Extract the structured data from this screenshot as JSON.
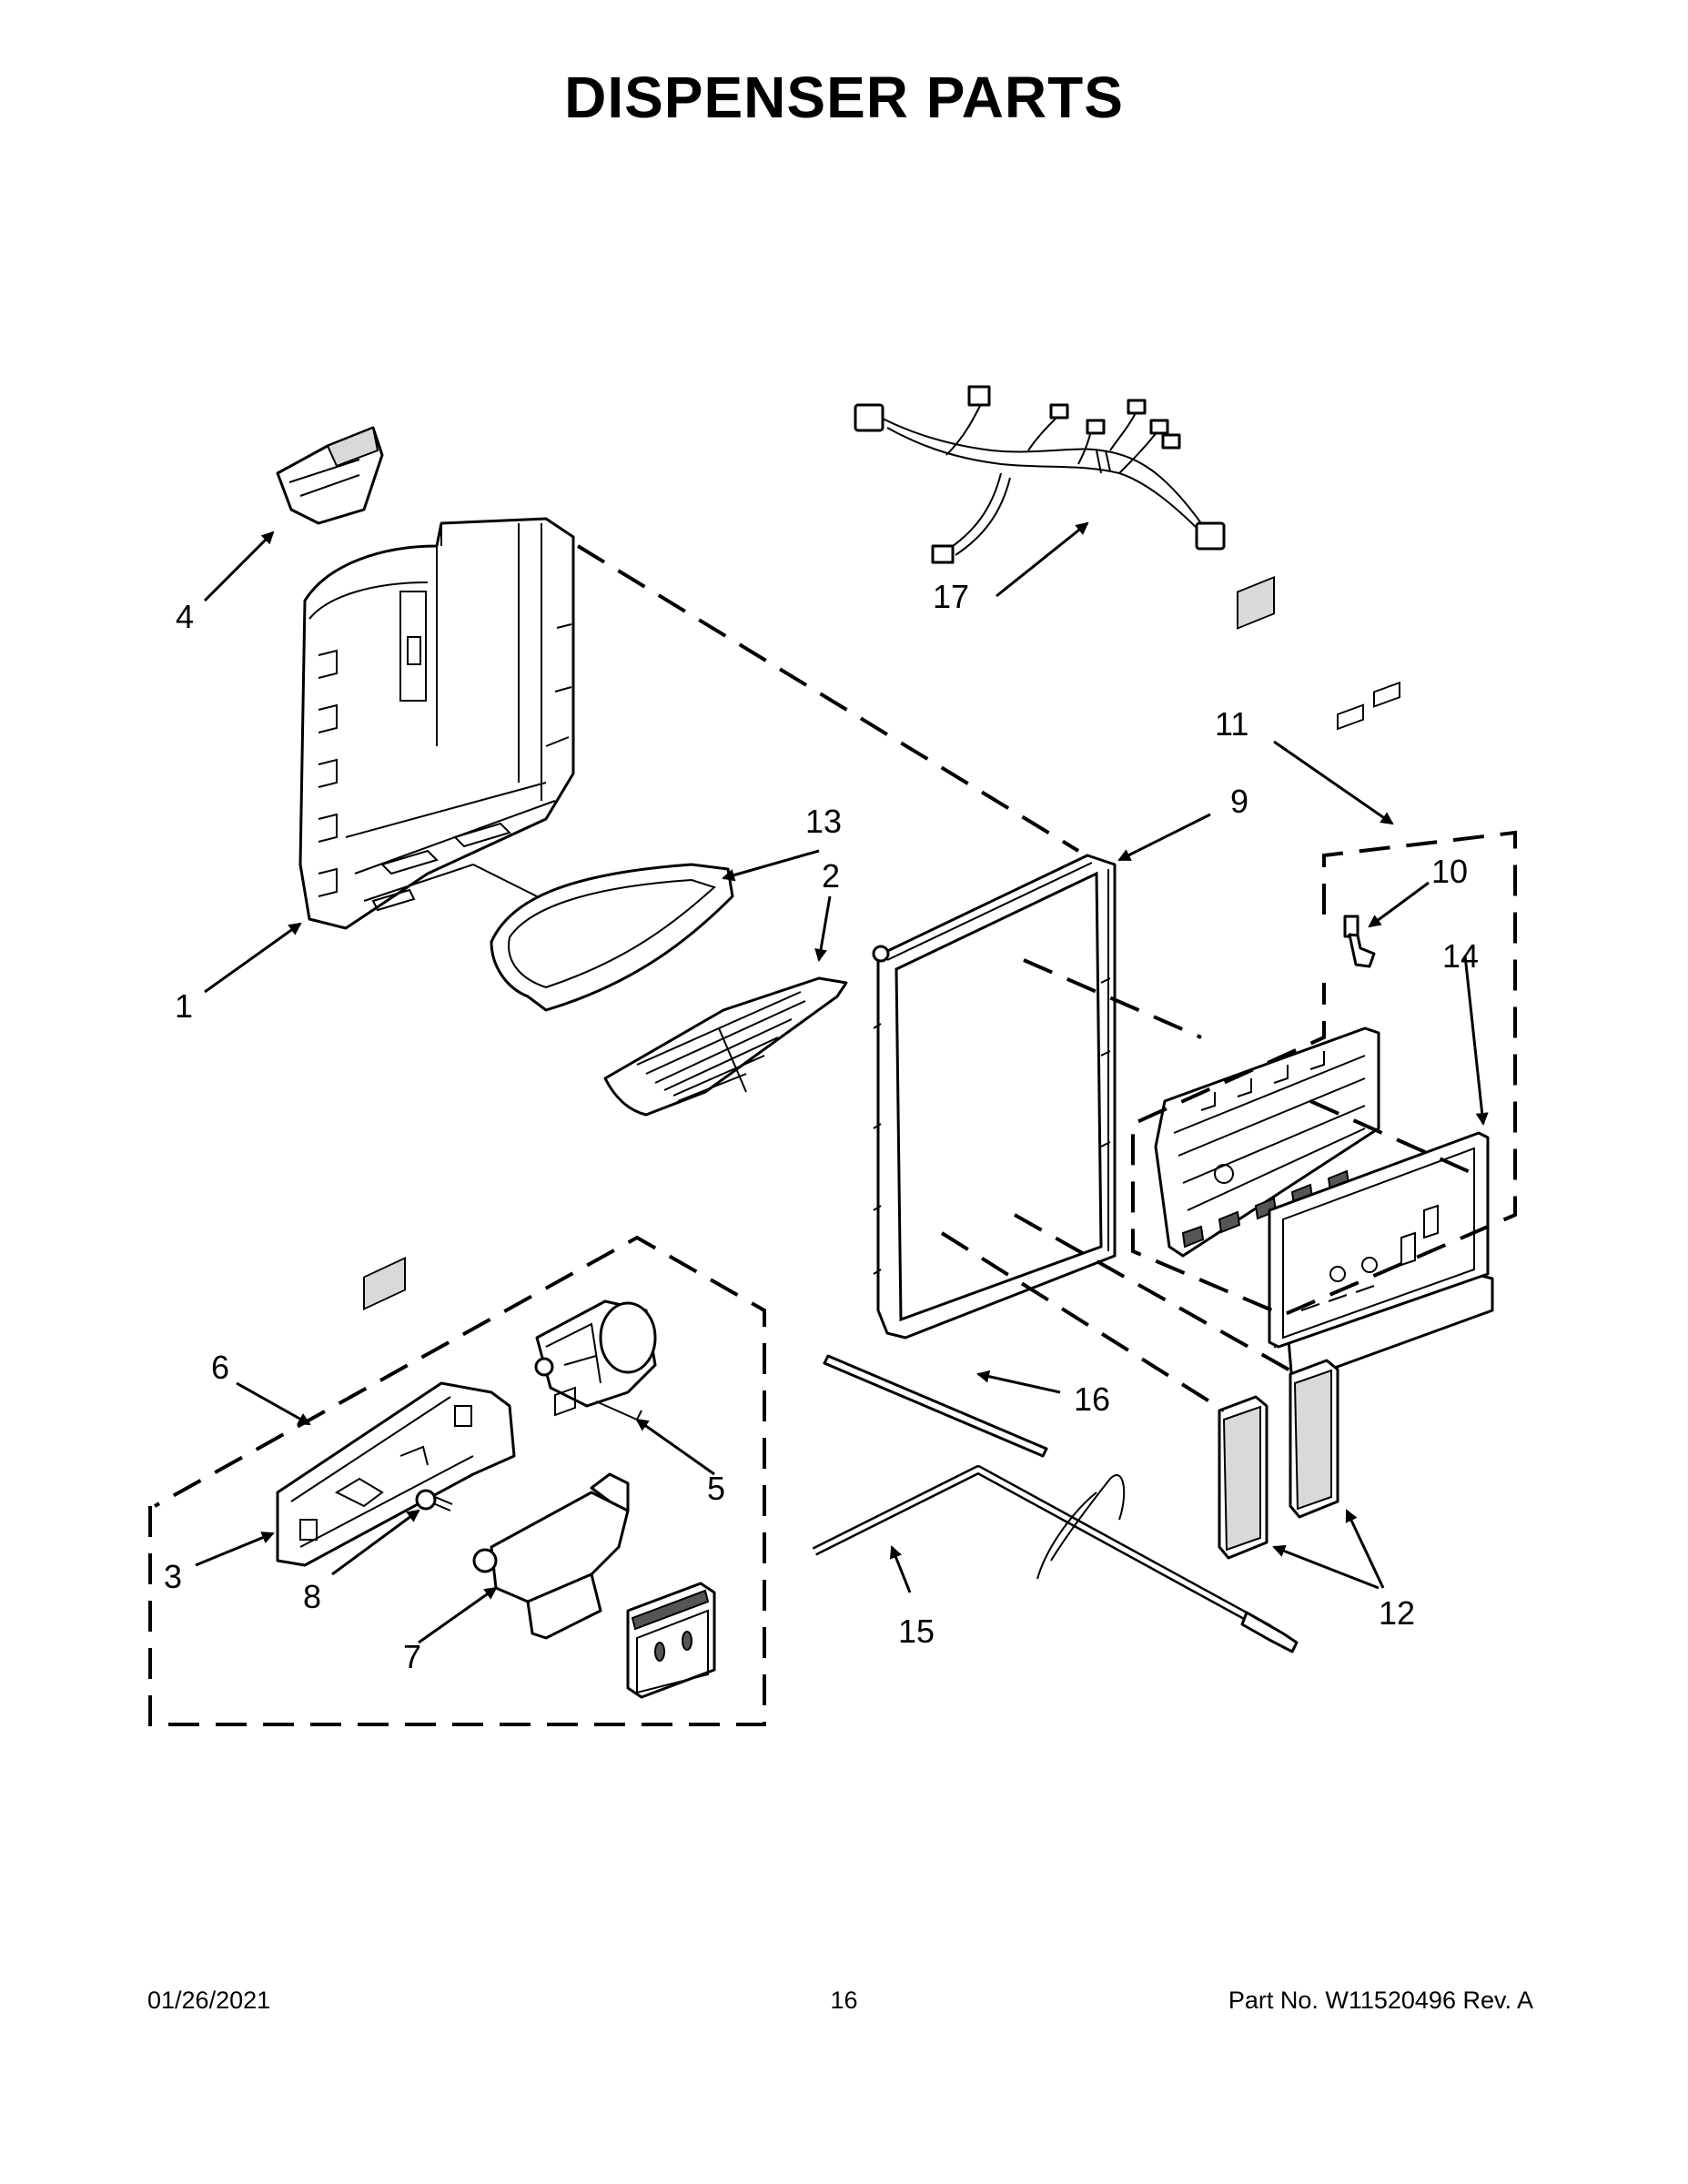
{
  "title": "DISPENSER PARTS",
  "callouts": [
    "1",
    "2",
    "3",
    "4",
    "5",
    "6",
    "7",
    "8",
    "9",
    "10",
    "11",
    "12",
    "13",
    "14",
    "15",
    "16",
    "17"
  ],
  "footer": {
    "date": "01/26/2021",
    "page": "16",
    "part_no": "Part No.  W11520496  Rev.  A"
  }
}
